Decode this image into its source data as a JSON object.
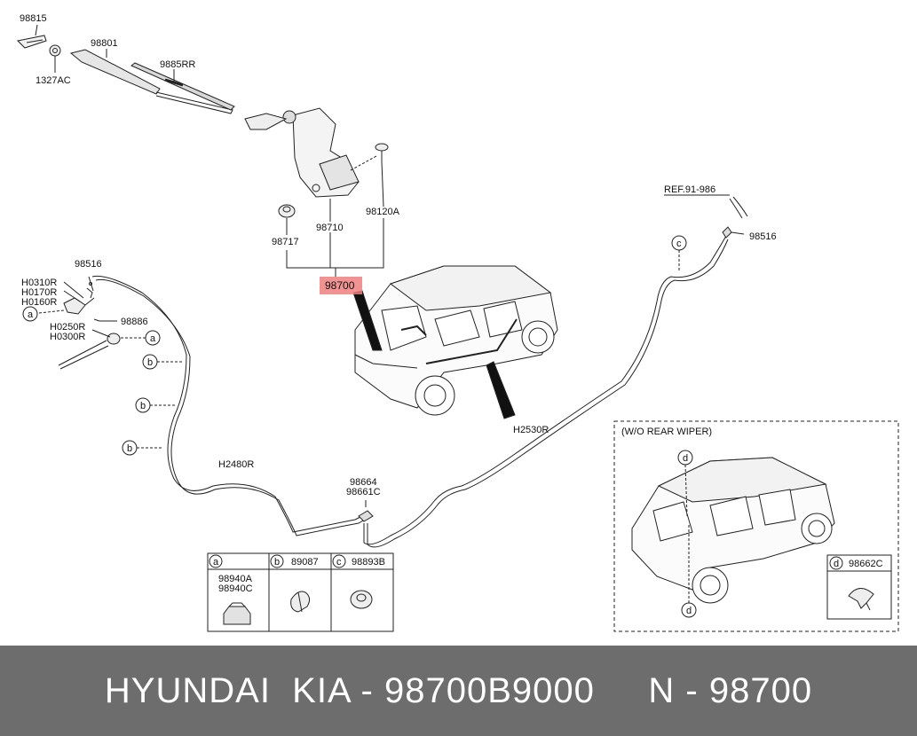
{
  "labels": {
    "p98815": "98815",
    "p1327AC": "1327AC",
    "p98801": "98801",
    "p9885RR": "9885RR",
    "p98710": "98710",
    "p98717": "98717",
    "p98120A": "98120A",
    "p98700": "98700",
    "ref": "REF.91-986",
    "p98516_right": "98516",
    "p98516_left": "98516",
    "h0310r": "H0310R",
    "h0170r": "H0170R",
    "h0160r": "H0160R",
    "h0250r": "H0250R",
    "h0300r": "H0300R",
    "p98886": "98886",
    "h2480r": "H2480R",
    "h2530r": "H2530R",
    "p98664": "98664",
    "p98661c": "98661C",
    "wo_rear_wiper": "(W/O REAR WIPER)",
    "p98662c": "98662C"
  },
  "callouts": {
    "a": "a",
    "b": "b",
    "c": "c",
    "d": "d"
  },
  "legend": {
    "a_parts_1": "98940A",
    "a_parts_2": "98940C",
    "b_part": "89087",
    "c_part": "98893B"
  },
  "footer": {
    "text": "HYUNDAI  KIA - 98700B9000     N - 98700"
  },
  "colors": {
    "highlight": "#f08080",
    "footer_bg": "#6d6d6d"
  }
}
